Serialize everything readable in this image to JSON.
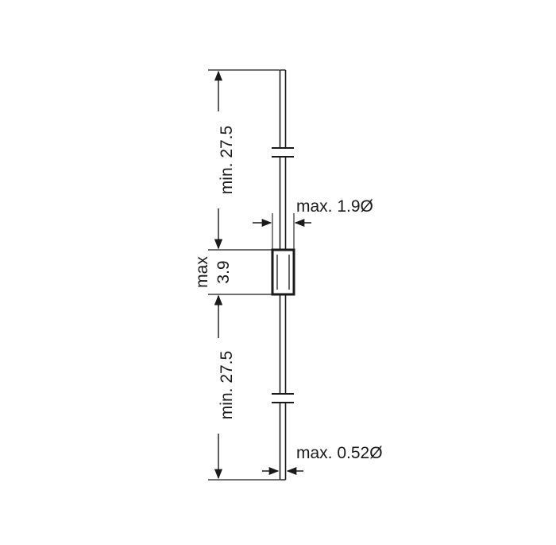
{
  "diagram": {
    "labels": {
      "top_lead_length": "min. 27.5",
      "bottom_lead_length": "min. 27.5",
      "body_length_max": "max",
      "body_length_value": "3.9",
      "body_diameter": "max. 1.9Ø",
      "lead_diameter": "max. 0.52Ø"
    },
    "colors": {
      "ink": "#1a1a1a",
      "background": "#ffffff"
    }
  }
}
